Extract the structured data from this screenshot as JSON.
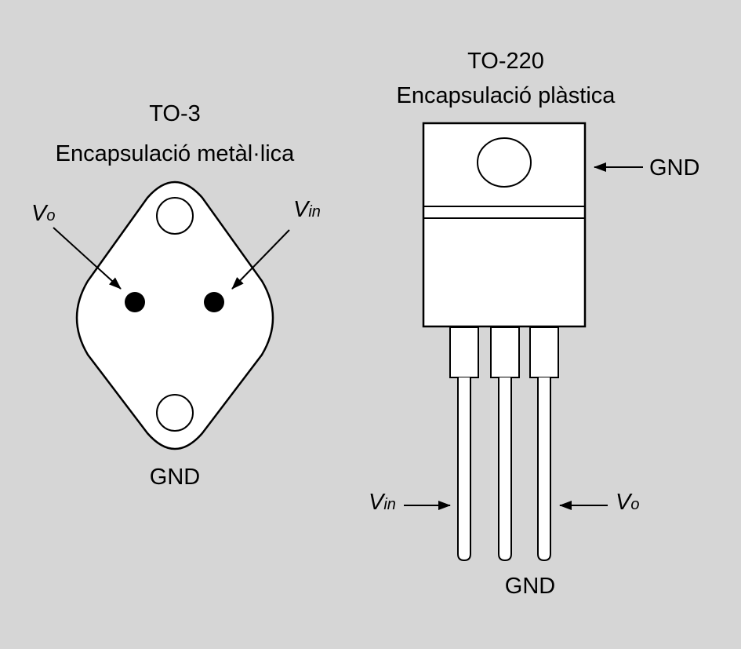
{
  "to3": {
    "title": "TO-3",
    "subtitle": "Encapsulació metàl·lica",
    "vo": {
      "main": "V",
      "sub": "o"
    },
    "vin": {
      "main": "V",
      "sub": "in"
    },
    "gnd": "GND"
  },
  "to220": {
    "title": "TO-220",
    "subtitle": "Encapsulació plàstica",
    "gnd_tab": "GND",
    "vin": {
      "main": "V",
      "sub": "in"
    },
    "vo": {
      "main": "V",
      "sub": "o"
    },
    "gnd_pin": "GND"
  }
}
